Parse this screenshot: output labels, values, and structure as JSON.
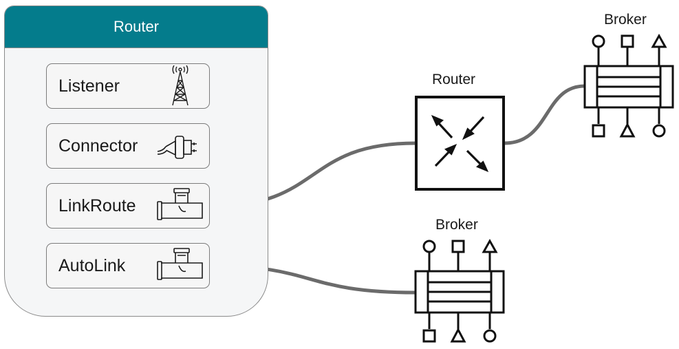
{
  "router_panel": {
    "title": "Router",
    "header_color": "#047c8c",
    "items": [
      {
        "label": "Listener",
        "icon": "radio-tower-icon"
      },
      {
        "label": "Connector",
        "icon": "plug-icon"
      },
      {
        "label": "LinkRoute",
        "icon": "pipe-tee-icon"
      },
      {
        "label": "AutoLink",
        "icon": "pipe-tee-icon"
      }
    ]
  },
  "router_node": {
    "label": "Router",
    "icon": "router-arrows-icon"
  },
  "broker_top": {
    "label": "Broker",
    "icon": "broker-icon"
  },
  "broker_bottom": {
    "label": "Broker",
    "icon": "broker-icon"
  },
  "connection_color": "#6b6b6b"
}
